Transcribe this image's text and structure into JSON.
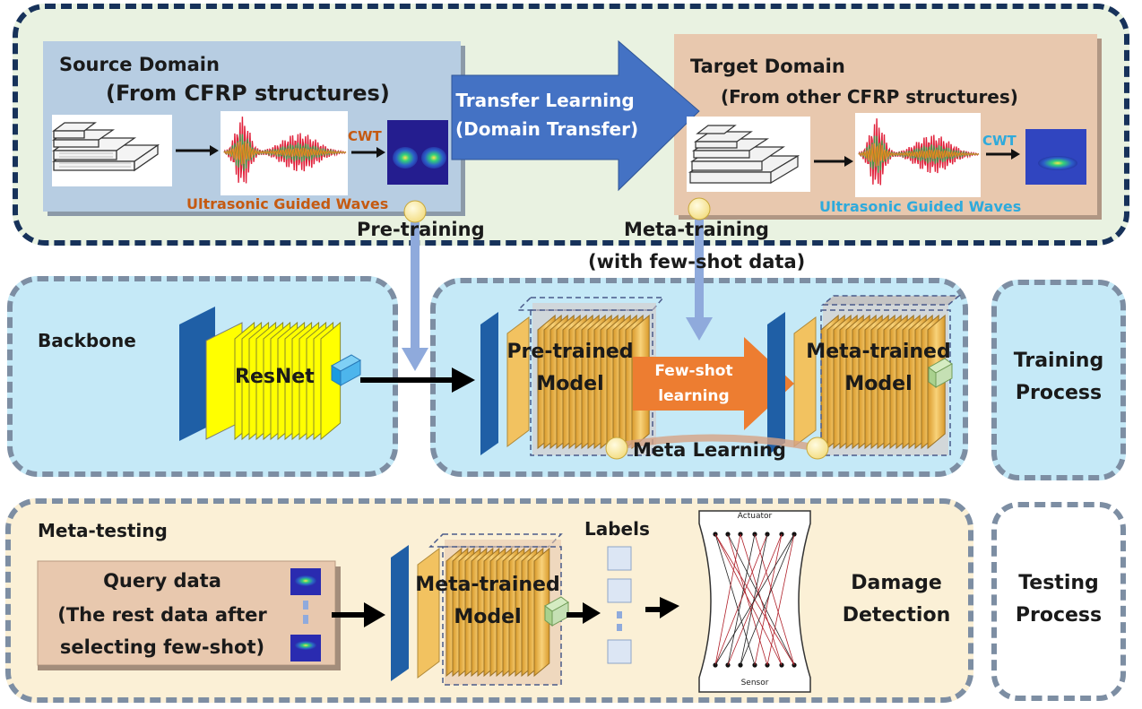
{
  "source": {
    "title": "Source Domain",
    "subtitle": "(From CFRP structures)",
    "cwt": "CWT",
    "waves": "Ultrasonic Guided Waves"
  },
  "transfer": {
    "line1": "Transfer Learning",
    "line2": "(Domain Transfer)"
  },
  "target": {
    "title": "Target Domain",
    "subtitle": "(From other CFRP structures)",
    "cwt": "CWT",
    "waves": "Ultrasonic Guided Waves"
  },
  "stages": {
    "pretraining": "Pre-training",
    "metatraining": "Meta-training",
    "metatraining_note": "(with few-shot data)"
  },
  "backbone": {
    "title": "Backbone",
    "net": "ResNet"
  },
  "training": {
    "pretrained_l1": "Pre-trained",
    "pretrained_l2": "Model",
    "fewshot_l1": "Few-shot",
    "fewshot_l2": "learning",
    "metatrained_l1": "Meta-trained",
    "metatrained_l2": "Model",
    "metalearning": "Meta Learning",
    "process_l1": "Training",
    "process_l2": "Process"
  },
  "testing": {
    "title": "Meta-testing",
    "query_l1": "Query data",
    "query_l2": "(The rest data after",
    "query_l3": "selecting few-shot)",
    "model_l1": "Meta-trained",
    "model_l2": "Model",
    "labels": "Labels",
    "actuator": "Actuator",
    "sensor": "Sensor",
    "damage_l1": "Damage",
    "damage_l2": "Detection",
    "process_l1": "Testing",
    "process_l2": "Process"
  },
  "colors": {
    "top_panel": "#e9f2e1",
    "blue_panel": "#c5e9f7",
    "test_panel": "#fbf0d6",
    "border": "#17325a",
    "side_border": "#7d8ea3",
    "source_box": "#b7cde2",
    "target_box": "#e8c8ae",
    "arrow_blue": "#4472c4",
    "arrow_orange": "#ed7d31",
    "cwt_orange": "#c55a11",
    "waves_blue": "#2eaadc",
    "resnet_yellow": "#ffff00",
    "layer_gold": "#f2c260",
    "layer_blue": "#1f5fa6"
  }
}
